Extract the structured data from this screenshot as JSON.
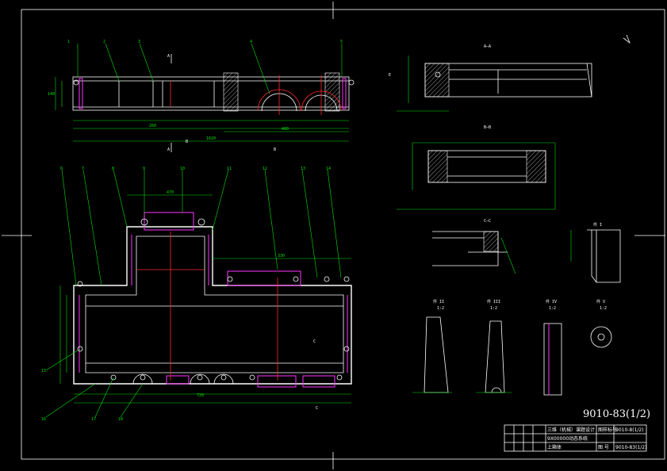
{
  "drawing": {
    "drawing_number_large": "9010-83(1/2)",
    "title_block": {
      "row1_left": "三维（机械）课题设计",
      "row1_label": "图样标号",
      "row1_value": "9010-8(1/2)",
      "row2_left": "9X00000动态系统",
      "row3_left": "上箱体",
      "row3_label": "图 号",
      "row3_value": "9010-83(1/2)"
    },
    "sections": {
      "section_aa": "A—A",
      "section_bb": "B—B",
      "section_cc": "C—C",
      "detail_i": "件 I",
      "detail_ii": "件 II",
      "detail_iii": "件 III",
      "detail_iv": "件 IV",
      "detail_v": "件 V",
      "scale": "1:2"
    },
    "balloons_top": [
      "1",
      "2",
      "3",
      "4",
      "5"
    ],
    "balloons_plan_top": [
      "6",
      "7",
      "8",
      "9",
      "10",
      "11",
      "12",
      "13",
      "14"
    ],
    "balloons_plan_bottom": [
      "15",
      "16",
      "17",
      "18"
    ],
    "dims": {
      "overall_length": "1620",
      "overall_width": "720",
      "sub_1": "260",
      "sub_2": "480",
      "sub_3": "470",
      "sub_4": "330",
      "height": "140"
    },
    "colors": {
      "background": "#000000",
      "outline": "#ffffff",
      "dimension": "#00e000",
      "plate": "#ff33ff",
      "center": "#ff2a2a"
    }
  }
}
